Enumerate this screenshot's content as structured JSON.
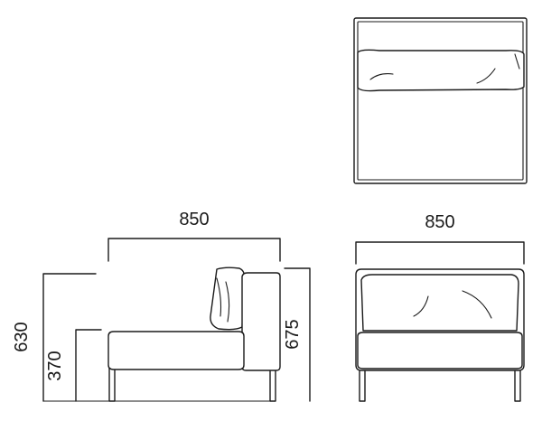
{
  "dimensions": {
    "side_width": "850",
    "front_width": "850",
    "overall_height": "630",
    "seat_height": "370",
    "back_height": "675"
  }
}
